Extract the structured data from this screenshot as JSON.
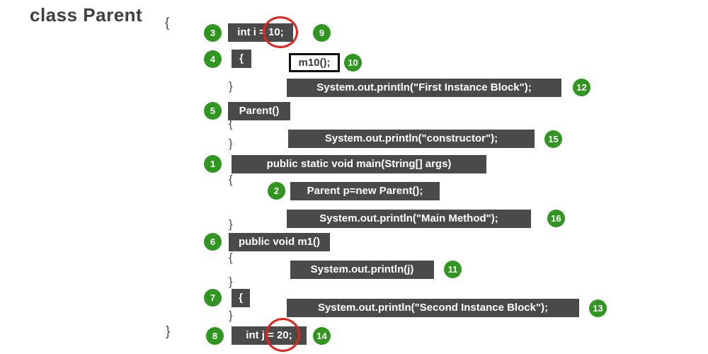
{
  "title": "class Parent",
  "class_braces": {
    "open": "{",
    "close": "}"
  },
  "braces": {
    "open": "{",
    "close": "}"
  },
  "badges": {
    "1": "1",
    "2": "2",
    "3": "3",
    "4": "4",
    "5": "5",
    "6": "6",
    "7": "7",
    "8": "8",
    "9": "9",
    "10": "10",
    "11": "11",
    "12": "12",
    "13": "13",
    "14": "14",
    "15": "15",
    "16": "16"
  },
  "code": {
    "field_i": "int i = 10;",
    "block_open": "{",
    "m10_call": "m10();",
    "print_first_block": "System.out.println(\"First Instance Block\");",
    "constructor": "Parent()",
    "print_constructor": "System.out.println(\"constructor\");",
    "main_signature": "public static void main(String[] args)",
    "new_parent": "Parent p=new Parent();",
    "print_main_method": "System.out.println(\"Main Method\");",
    "m1_signature": "public void m1()",
    "print_j": "System.out.println(j)",
    "print_second_block": "System.out.println(\"Second Instance Block\");",
    "field_j": "int j = 20;"
  },
  "colors": {
    "box_bg": "#4a4a4a",
    "badge_green": "#2f961f",
    "circle_red": "#e8211a",
    "title_text": "#3d4043",
    "brace_text": "#4a4d50"
  }
}
